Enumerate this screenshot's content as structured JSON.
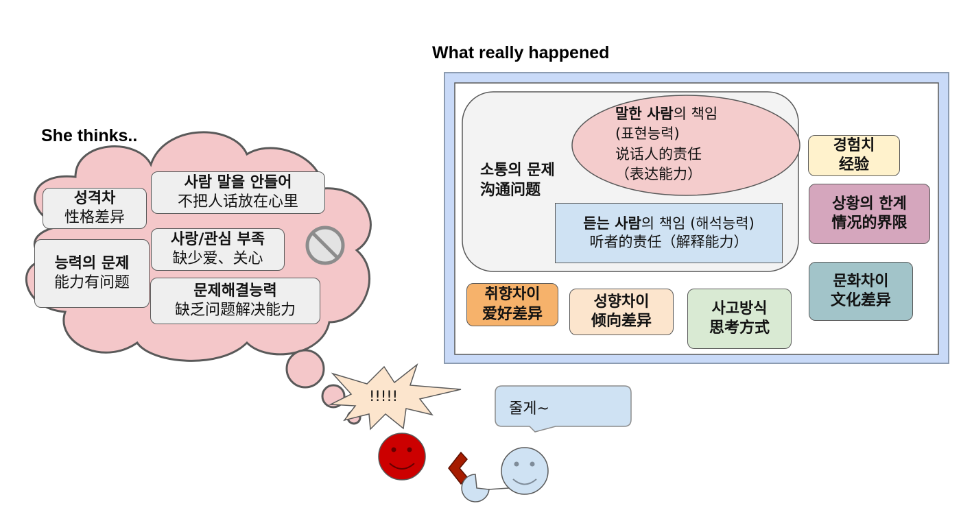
{
  "titles": {
    "she_thinks": "She thinks..",
    "what_happened": "What really happened"
  },
  "thought_cloud": {
    "items": [
      {
        "ko": "성격차",
        "zh": "性格差异"
      },
      {
        "ko": "사람 말을 안들어",
        "zh": "不把人话放在心里"
      },
      {
        "ko": "사랑/관심 부족",
        "zh": "缺少爱、关心"
      },
      {
        "ko": "능력의 문제",
        "zh": "能力有问题"
      },
      {
        "ko": "문제해결능력",
        "zh": "缺乏问题解决能力"
      }
    ]
  },
  "shout": {
    "text": "!!!!!"
  },
  "speech": {
    "text": "줄게~"
  },
  "reality": {
    "communication": {
      "ko": "소통의 문제",
      "zh": "沟通问题"
    },
    "speaker": {
      "bold": "말한 사람",
      "rest": "의 책임",
      "line2": "(표현능력)",
      "line3": "说话人的责任",
      "line4": "（表达能力）"
    },
    "listener": {
      "bold": "듣는 사람",
      "rest": "의 책임 (해석능력)",
      "line2": "听者的责任（解释能力）"
    },
    "experience": {
      "ko": "경험치",
      "zh": "经验"
    },
    "situation": {
      "ko": "상황의 한계",
      "zh": "情况的界限"
    },
    "culture": {
      "ko": "문화차이",
      "zh": "文化差异"
    },
    "hobby": {
      "ko": "취향차이",
      "zh": "爱好差异"
    },
    "tendency": {
      "ko": "성향차이",
      "zh": "倾向差异"
    },
    "thinking": {
      "ko": "사고방식",
      "zh": "思考方式"
    }
  },
  "colors": {
    "cloud": "#f4c7c9",
    "gray_box": "#f3f3f3",
    "speaker": "#f4cccc",
    "listener": "#cfe2f3",
    "experience": "#fff2cc",
    "situation": "#d5a6bd",
    "culture": "#a2c4c9",
    "hobby": "#f6b26b",
    "tendency": "#fce5cd",
    "thinking": "#d9ead3",
    "frame": "#c9daf8",
    "red_face": "#cc0000",
    "blue_face": "#cfe2f3",
    "arrow": "#a61c00"
  }
}
